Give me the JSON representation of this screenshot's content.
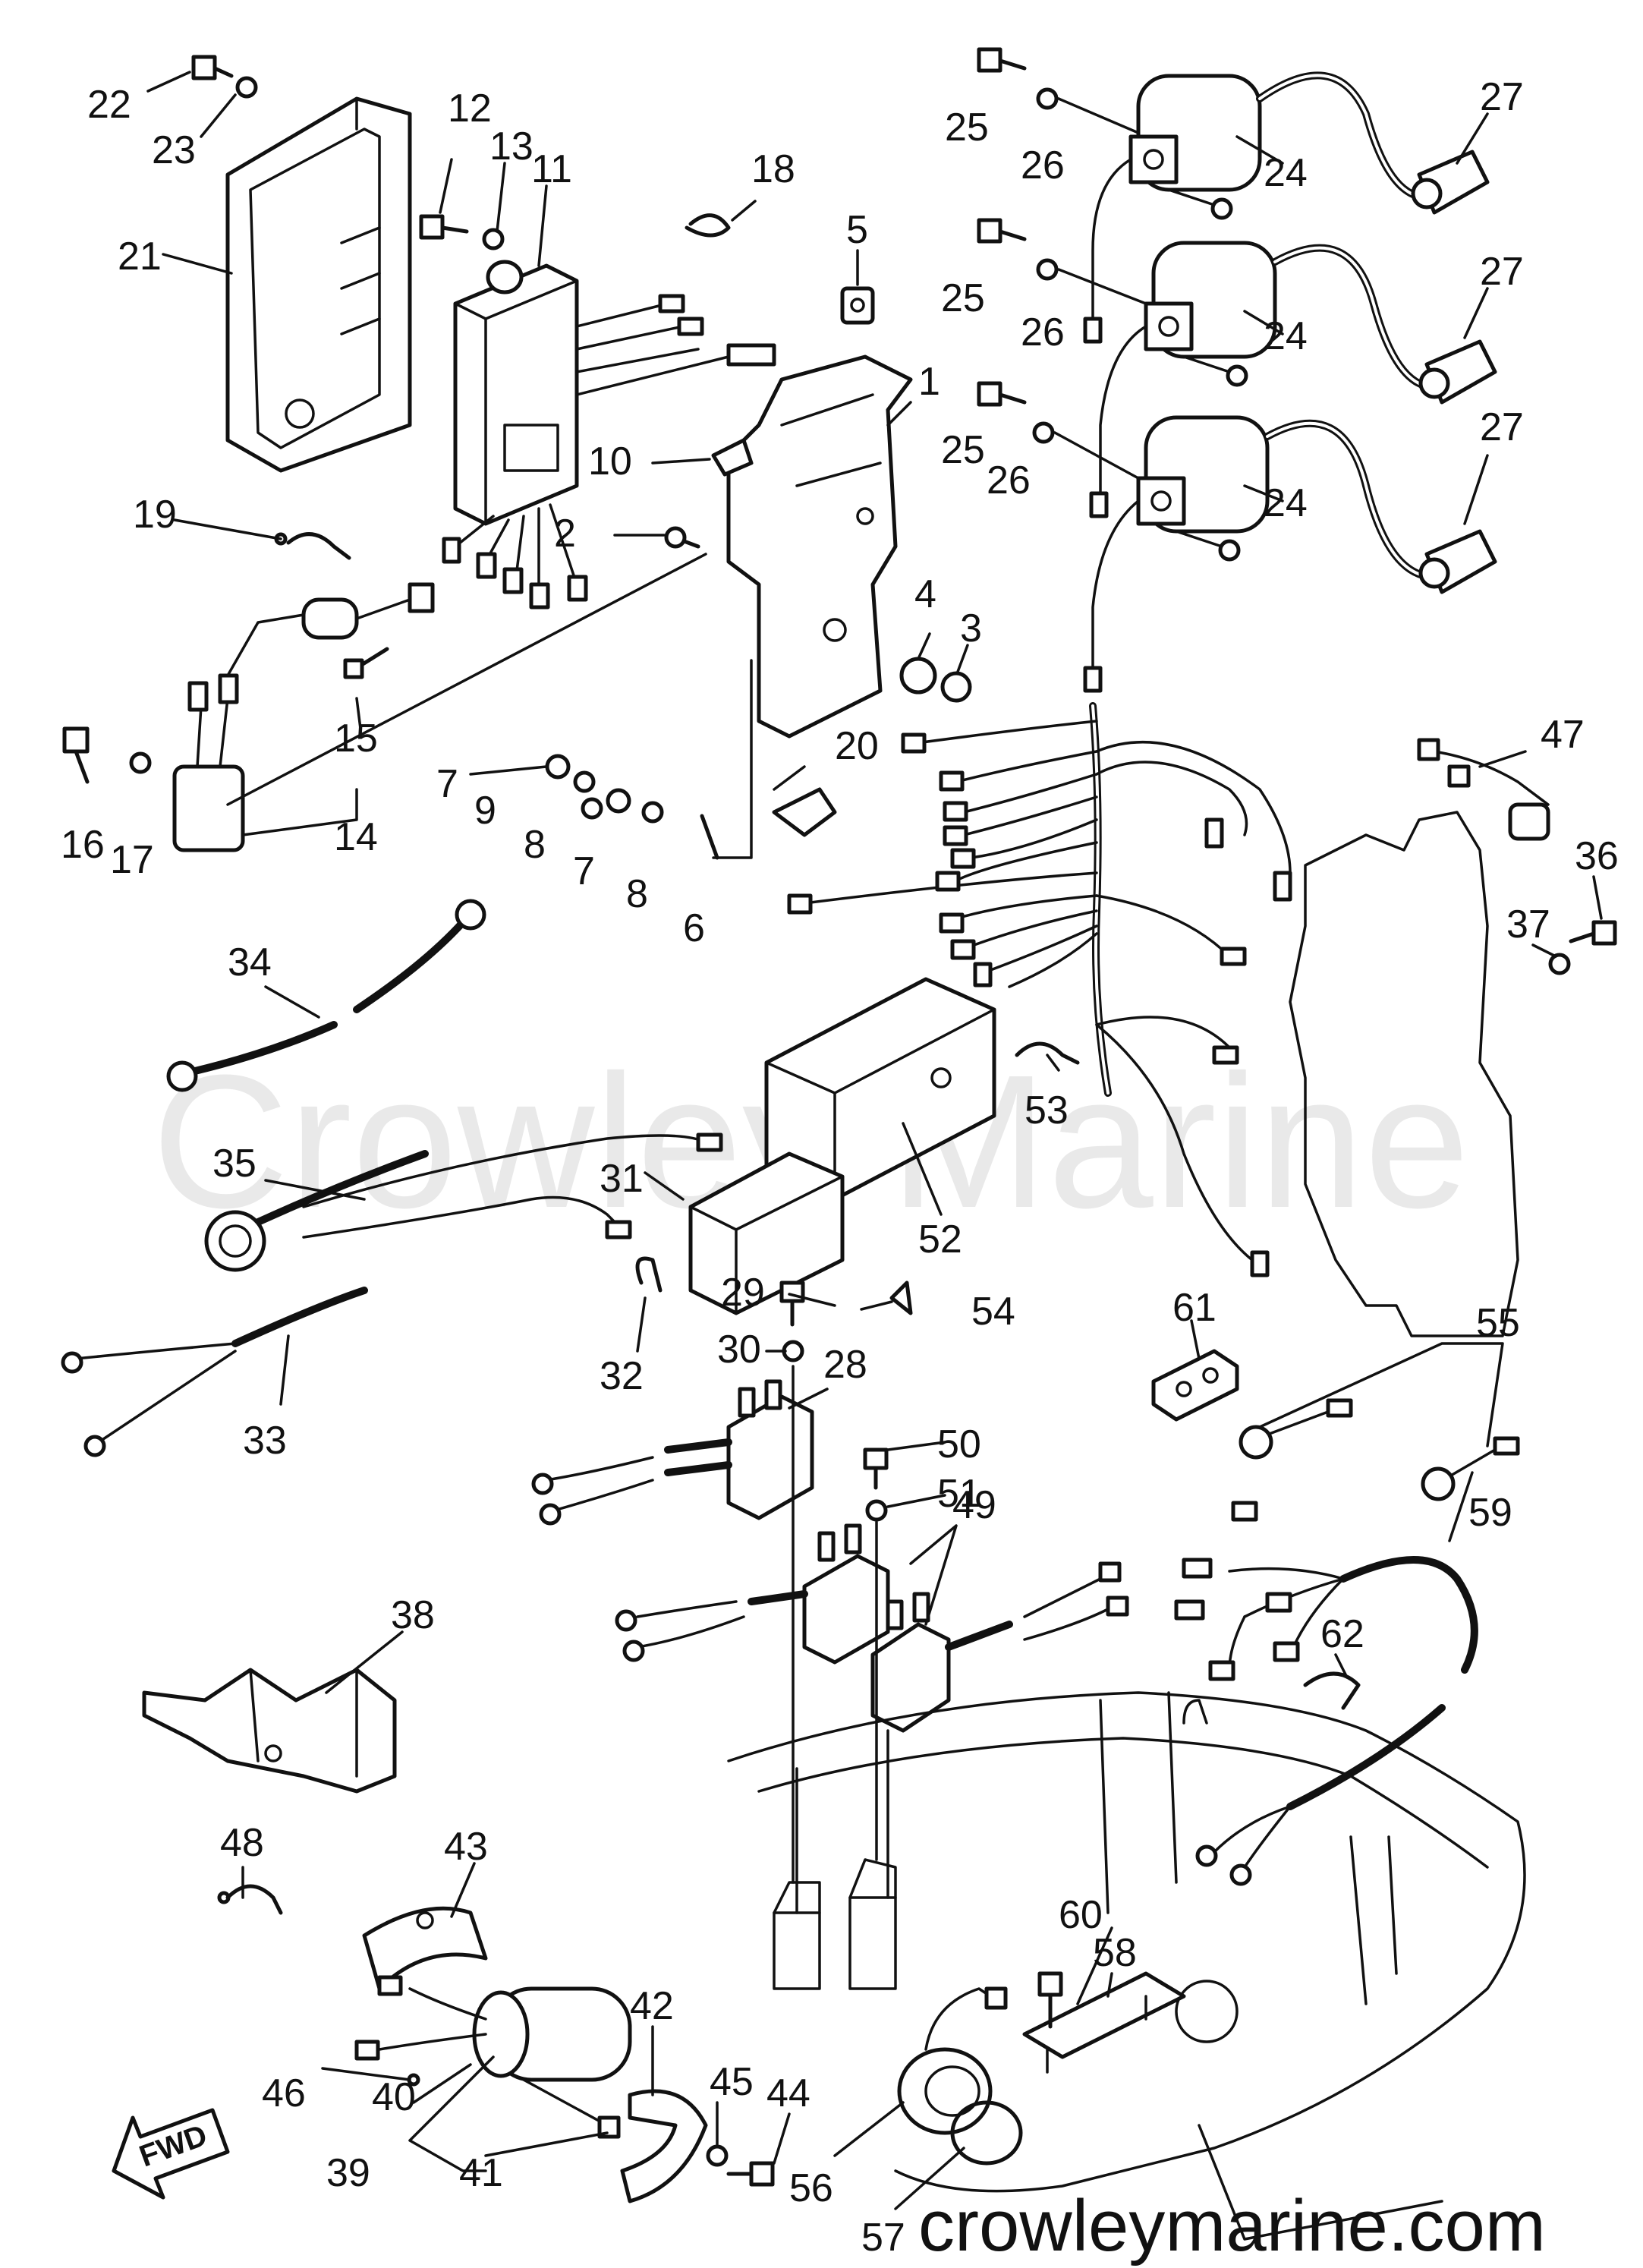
{
  "watermark": "Crowley Marine",
  "site_url": "crowleymarine.com",
  "fwd_label": "FWD",
  "callouts": {
    "c1": "1",
    "c2": "2",
    "c3": "3",
    "c4": "4",
    "c5": "5",
    "c6": "6",
    "c7a": "7",
    "c7b": "7",
    "c8a": "8",
    "c8b": "8",
    "c9": "9",
    "c10": "10",
    "c11": "11",
    "c12": "12",
    "c13": "13",
    "c14": "14",
    "c15": "15",
    "c16": "16",
    "c17": "17",
    "c18": "18",
    "c19": "19",
    "c20": "20",
    "c21": "21",
    "c22": "22",
    "c23": "23",
    "c24a": "24",
    "c24b": "24",
    "c24c": "24",
    "c25a": "25",
    "c25b": "25",
    "c25c": "25",
    "c26a": "26",
    "c26b": "26",
    "c26c": "26",
    "c27a": "27",
    "c27b": "27",
    "c27c": "27",
    "c28": "28",
    "c29": "29",
    "c30": "30",
    "c31": "31",
    "c32": "32",
    "c33": "33",
    "c34": "34",
    "c35": "35",
    "c36": "36",
    "c37": "37",
    "c38": "38",
    "c39": "39",
    "c40": "40",
    "c41": "41",
    "c42": "42",
    "c43": "43",
    "c44": "44",
    "c45": "45",
    "c46": "46",
    "c47": "47",
    "c48": "48",
    "c49": "49",
    "c50": "50",
    "c51": "51",
    "c52": "52",
    "c53": "53",
    "c54": "54",
    "c55": "55",
    "c56": "56",
    "c57": "57",
    "c58": "58",
    "c59": "59",
    "c60": "60",
    "c61": "61",
    "c62": "62"
  }
}
